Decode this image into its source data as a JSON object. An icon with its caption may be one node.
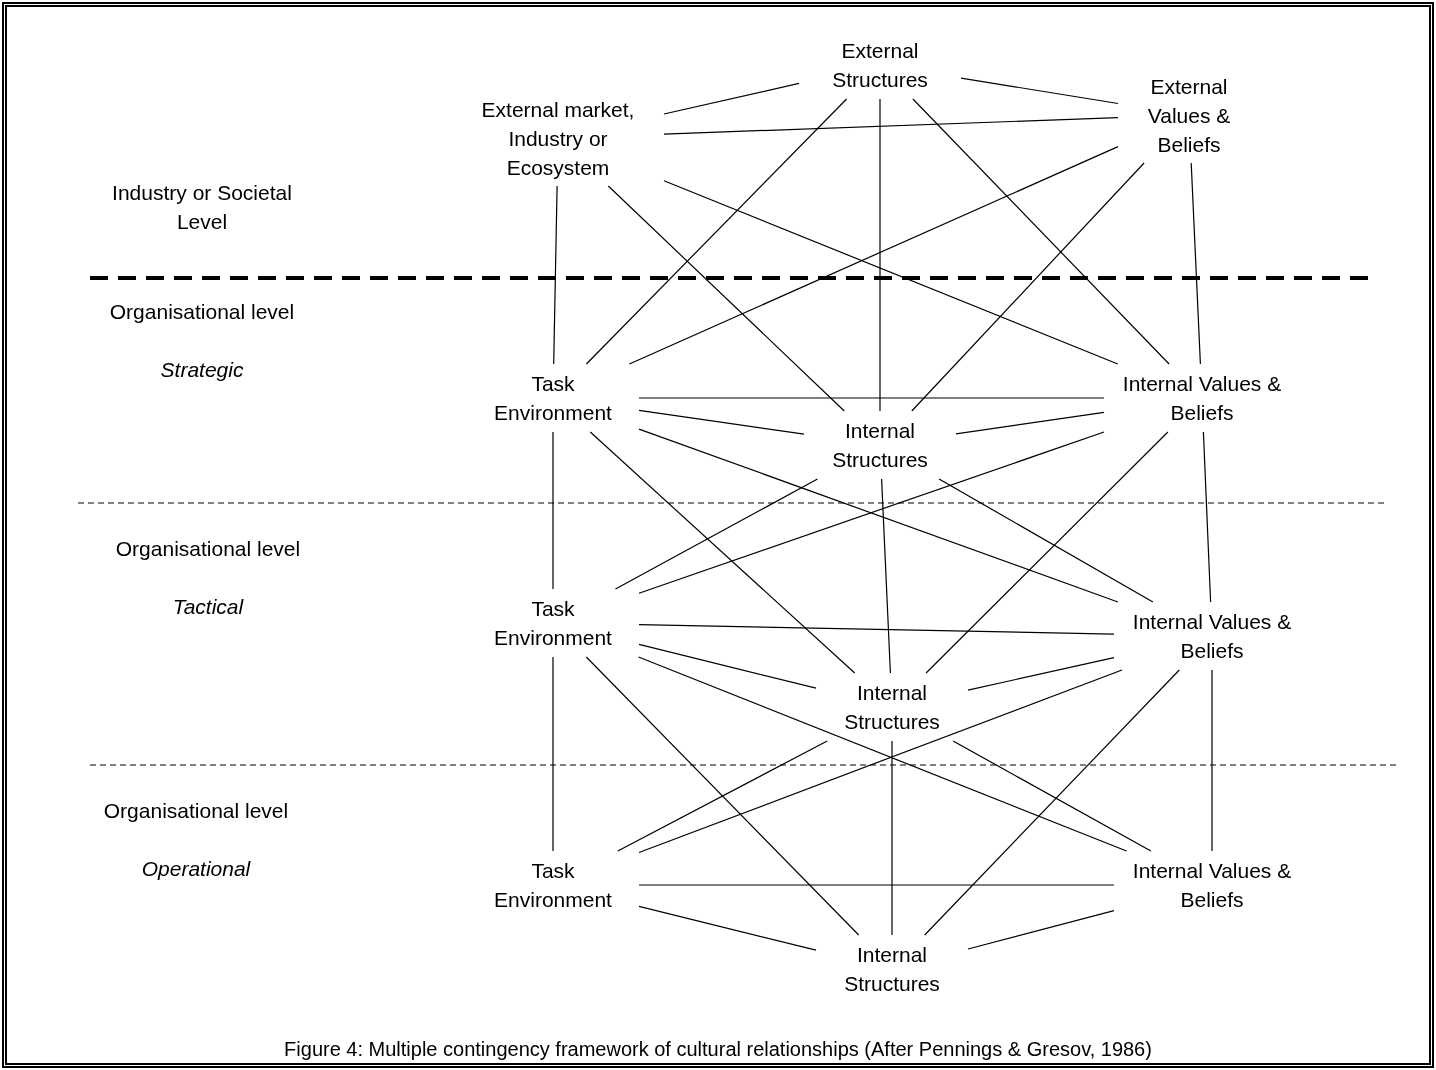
{
  "diagram": {
    "caption": "Figure 4: Multiple contingency framework of cultural relationships (After Pennings & Gresov, 1986)",
    "nodes": [
      {
        "text": [
          "External Structures"
        ]
      },
      {
        "text": [
          "External market, Industry or Ecosystem"
        ]
      },
      {
        "text": [
          "External Values & Beliefs"
        ]
      },
      {
        "text": [
          "Task Environment"
        ]
      },
      {
        "text": [
          "Internal Structures"
        ]
      },
      {
        "text": [
          "Internal Values & Beliefs"
        ]
      },
      {
        "text": [
          "Task Environment"
        ]
      },
      {
        "text": [
          "Internal Structures"
        ]
      },
      {
        "text": [
          "Internal Values & Beliefs"
        ]
      },
      {
        "text": [
          "Task Environment"
        ]
      },
      {
        "text": [
          "Internal Structures"
        ]
      },
      {
        "text": [
          "Internal Values & Beliefs"
        ]
      }
    ],
    "edges": [
      {
        "from": 0,
        "to": 1,
        "arrow": "none"
      },
      {
        "from": 0,
        "to": 2,
        "arrow": "none"
      },
      {
        "from": 1,
        "to": 2,
        "arrow": "none"
      },
      {
        "from": 0,
        "to": 3,
        "arrow": "none"
      },
      {
        "from": 0,
        "to": 4,
        "arrow": "none"
      },
      {
        "from": 0,
        "to": 5,
        "arrow": "none"
      },
      {
        "from": 1,
        "to": 3,
        "arrow": "none"
      },
      {
        "from": 1,
        "to": 4,
        "arrow": "none"
      },
      {
        "from": 1,
        "to": 5,
        "arrow": "none"
      },
      {
        "from": 2,
        "to": 3,
        "arrow": "none"
      },
      {
        "from": 2,
        "to": 4,
        "arrow": "none"
      },
      {
        "from": 2,
        "to": 5,
        "arrow": "none"
      },
      {
        "from": 3,
        "to": 5,
        "arrow": "none"
      },
      {
        "from": 3,
        "to": 4,
        "arrow": "none"
      },
      {
        "from": 4,
        "to": 5,
        "arrow": "none"
      },
      {
        "from": 3,
        "to": 6,
        "arrow": "none"
      },
      {
        "from": 3,
        "to": 7,
        "arrow": "none"
      },
      {
        "from": 3,
        "to": 8,
        "arrow": "none"
      },
      {
        "from": 4,
        "to": 6,
        "arrow": "none"
      },
      {
        "from": 4,
        "to": 7,
        "arrow": "none"
      },
      {
        "from": 4,
        "to": 8,
        "arrow": "none"
      },
      {
        "from": 5,
        "to": 6,
        "arrow": "none"
      },
      {
        "from": 5,
        "to": 7,
        "arrow": "none"
      },
      {
        "from": 5,
        "to": 8,
        "arrow": "none"
      },
      {
        "from": 6,
        "to": 8,
        "arrow": "none"
      },
      {
        "from": 6,
        "to": 7,
        "arrow": "none"
      },
      {
        "from": 7,
        "to": 8,
        "arrow": "none"
      },
      {
        "from": 6,
        "to": 9,
        "arrow": "none"
      },
      {
        "from": 6,
        "to": 10,
        "arrow": "none"
      },
      {
        "from": 6,
        "to": 11,
        "arrow": "none"
      },
      {
        "from": 7,
        "to": 9,
        "arrow": "none"
      },
      {
        "from": 7,
        "to": 10,
        "arrow": "none"
      },
      {
        "from": 7,
        "to": 11,
        "arrow": "none"
      },
      {
        "from": 8,
        "to": 9,
        "arrow": "none"
      },
      {
        "from": 8,
        "to": 10,
        "arrow": "none"
      },
      {
        "from": 8,
        "to": 11,
        "arrow": "none"
      },
      {
        "from": 9,
        "to": 11,
        "arrow": "none"
      },
      {
        "from": 9,
        "to": 10,
        "arrow": "none"
      },
      {
        "from": 10,
        "to": 11,
        "arrow": "none"
      }
    ],
    "labels": [
      "Industry or Societal Level",
      "Organisational level",
      "Strategic",
      "Organisational level",
      "Tactical",
      "Organisational level",
      "Operational"
    ]
  }
}
